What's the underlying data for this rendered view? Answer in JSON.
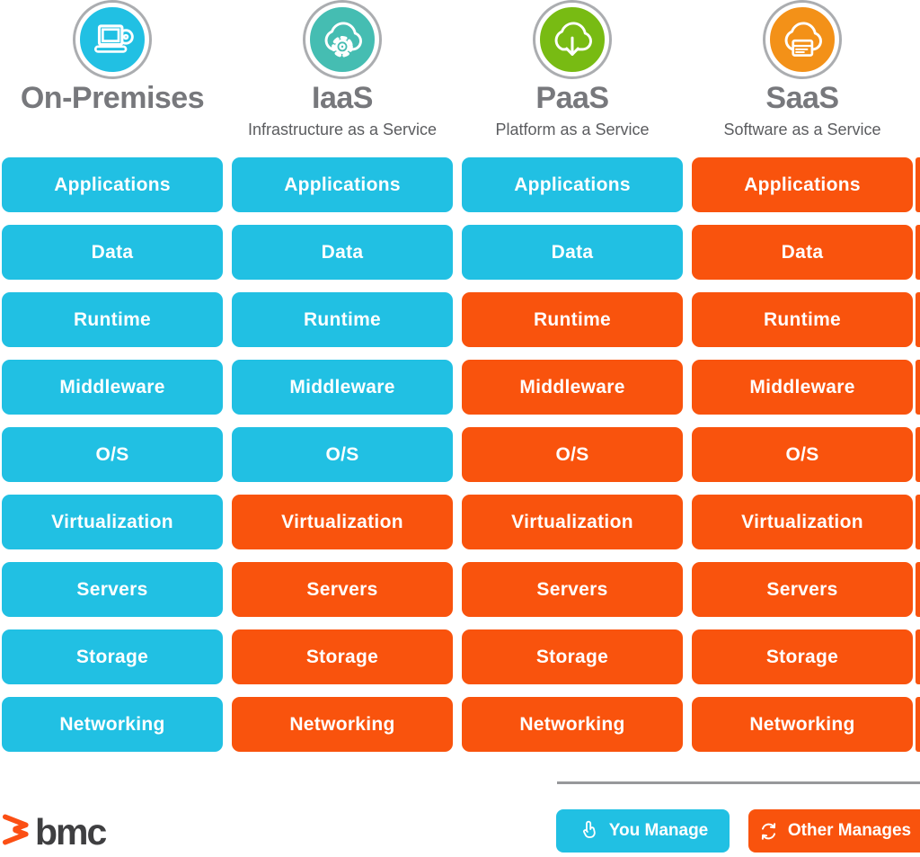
{
  "rows": [
    "Applications",
    "Data",
    "Runtime",
    "Middleware",
    "O/S",
    "Virtualization",
    "Servers",
    "Storage",
    "Networking"
  ],
  "columns": [
    {
      "id": "on-premises",
      "title": "On-Premises",
      "subtitle": "",
      "icon": "laptop-icon",
      "icon_color": "#21C0E3",
      "you_manage_rows": 9
    },
    {
      "id": "iaas",
      "title": "IaaS",
      "subtitle": "Infrastructure as a Service",
      "icon": "cloud-gear-icon",
      "icon_color": "#45BDB2",
      "you_manage_rows": 5
    },
    {
      "id": "paas",
      "title": "PaaS",
      "subtitle": "Platform as a Service",
      "icon": "cloud-download-icon",
      "icon_color": "#78BB13",
      "you_manage_rows": 2
    },
    {
      "id": "saas",
      "title": "SaaS",
      "subtitle": "Software as a Service",
      "icon": "cloud-window-icon",
      "icon_color": "#F39118",
      "you_manage_rows": 0
    }
  ],
  "legend": {
    "you_manage_label": "You Manage",
    "other_manages_label": "Other Manages"
  },
  "footer": {
    "logo_text": "bmc"
  },
  "colors": {
    "you_manage": "#21C0E3",
    "other_manages": "#F9530D",
    "header_text": "#77787C",
    "subtitle_text": "#5B5C5F",
    "divider": "#97989B",
    "bmc_orange": "#FB4F14",
    "bmc_text": "#3F3F41"
  }
}
